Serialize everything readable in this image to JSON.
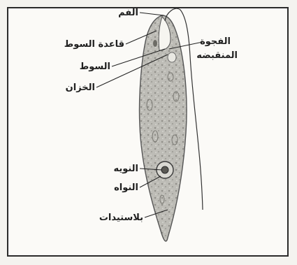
{
  "labels": {
    "mouth": "الفم",
    "flagellum_base": "قاعدة السوط",
    "flagellum": "السوط",
    "reservoir": "الخزان",
    "contractile_vacuole_line1": "الفجوة",
    "contractile_vacuole_line2": "المنقبضه",
    "nucleolus": "النويه",
    "nucleus": "النواه",
    "plastids": "بلاستيدات"
  }
}
